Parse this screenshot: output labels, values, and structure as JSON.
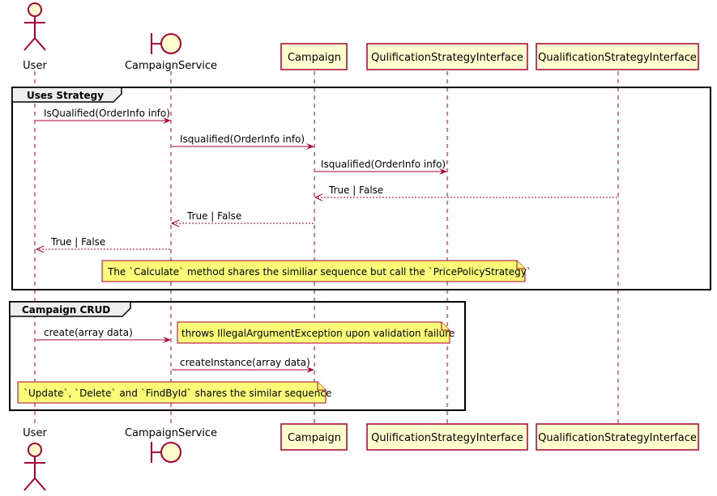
{
  "colors": {
    "accent": "#a80036",
    "participant_fill": "#fefece",
    "note_fill": "#fbfb77",
    "frame_tab_fill": "#eeeeee"
  },
  "participants": [
    {
      "id": "user",
      "type": "actor",
      "label": "User"
    },
    {
      "id": "campaign_service",
      "type": "boundary",
      "label": "CampaignService"
    },
    {
      "id": "campaign",
      "type": "participant",
      "label": "Campaign"
    },
    {
      "id": "qulification",
      "type": "participant",
      "label": "QulificationStrategyInterface"
    },
    {
      "id": "qualification",
      "type": "participant",
      "label": "QualificationStrategyInterface"
    }
  ],
  "frames": [
    {
      "title": "Uses Strategy",
      "messages": [
        {
          "from": "user",
          "to": "campaign_service",
          "label": "IsQualified(OrderInfo info)",
          "kind": "sync"
        },
        {
          "from": "campaign_service",
          "to": "campaign",
          "label": "Isqualified(OrderInfo info)",
          "kind": "sync"
        },
        {
          "from": "campaign",
          "to": "qulification",
          "label": "Isqualified(OrderInfo info)",
          "kind": "sync"
        },
        {
          "from": "qualification",
          "to": "campaign",
          "label": "True | False",
          "kind": "return"
        },
        {
          "from": "campaign",
          "to": "campaign_service",
          "label": "True | False",
          "kind": "return"
        },
        {
          "from": "campaign_service",
          "to": "user",
          "label": "True | False",
          "kind": "return"
        }
      ],
      "notes": [
        {
          "text": "The `Calculate` method shares the similiar sequence but call the `PricePolicyStrategy`"
        }
      ]
    },
    {
      "title": "Campaign CRUD",
      "messages": [
        {
          "from": "user",
          "to": "campaign_service",
          "label": "create(array data)",
          "kind": "sync"
        },
        {
          "from": "campaign_service",
          "to": "campaign",
          "label": "createInstance(array data)",
          "kind": "sync"
        }
      ],
      "notes": [
        {
          "text": "throws IllegalArgumentException upon validation failure"
        },
        {
          "text": "`Update`, `Delete` and `FindById` shares the similar sequence"
        }
      ]
    }
  ]
}
